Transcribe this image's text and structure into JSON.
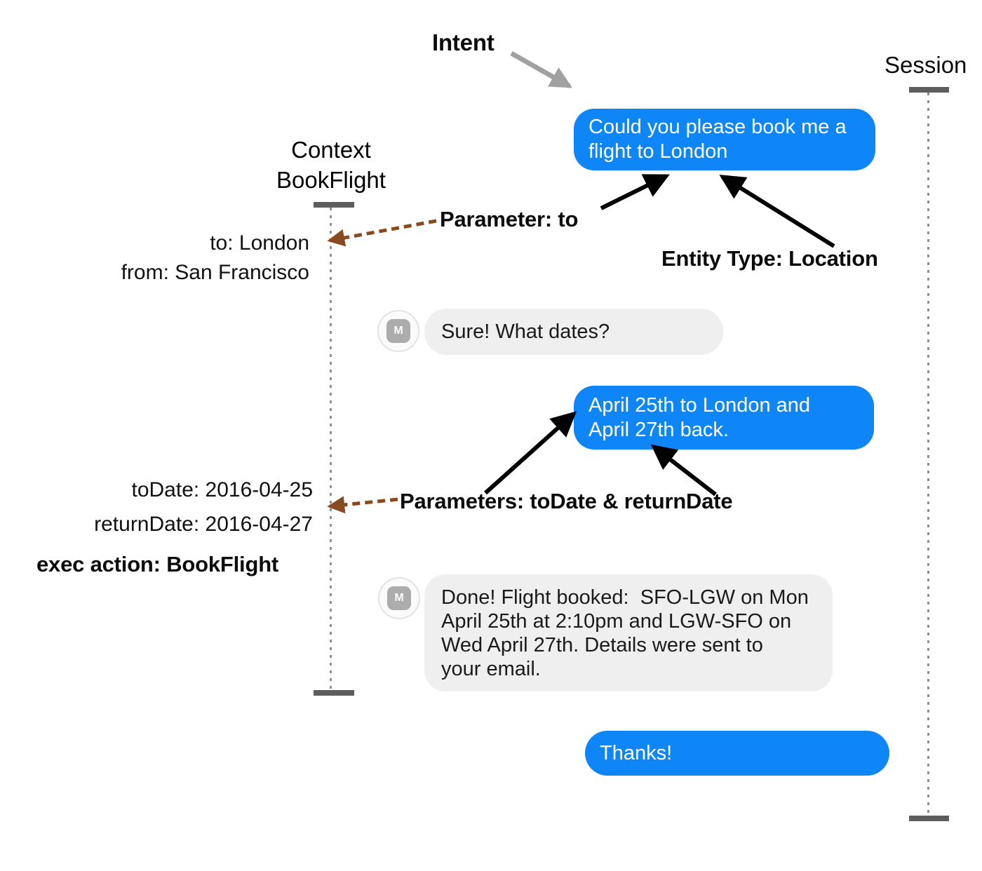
{
  "annotations": {
    "intent": "Intent",
    "session": "Session",
    "context_line1": "Context",
    "context_line2": "BookFlight",
    "parameter_to": "Parameter: to",
    "entity_type": "Entity Type: Location",
    "parameters_dates": "Parameters: toDate & returnDate",
    "exec_action": "exec action: BookFlight"
  },
  "context_values": {
    "to": "to: London",
    "from": "from: San Francisco",
    "toDate": "toDate: 2016-04-25",
    "returnDate": "returnDate: 2016-04-27"
  },
  "conversation": {
    "bot_avatar_letter": "M",
    "messages": [
      {
        "sender": "user",
        "text": "Could you please book me a\nflight to London"
      },
      {
        "sender": "bot",
        "text": "Sure! What dates?"
      },
      {
        "sender": "user",
        "text": "April 25th to London and\nApril 27th back."
      },
      {
        "sender": "bot",
        "text": "Done! Flight booked:  SFO-LGW on Mon\nApril 25th at 2:10pm and LGW-SFO on\nWed April 27th. Details were sent to\nyour email."
      },
      {
        "sender": "user",
        "text": "Thanks!"
      }
    ]
  },
  "colors": {
    "user_bubble_blue": "#0e86f8",
    "bot_bubble_gray": "#efefef",
    "annotation_arrow_black": "#000000",
    "dashed_arrow_brown": "#8a4a1f",
    "intent_arrow_gray": "#a1a1a1",
    "timeline_gray": "#5d5d5d"
  }
}
